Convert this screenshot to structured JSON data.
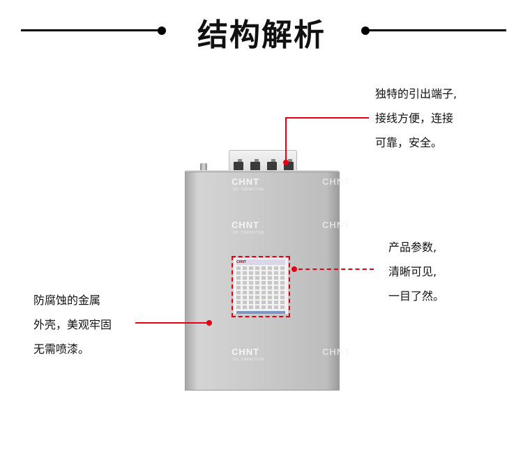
{
  "header": {
    "title": "结构解析"
  },
  "callouts": {
    "terminal": {
      "lines": [
        "独特的引出端子,",
        "接线方便，连接",
        "可靠，安全。"
      ]
    },
    "params": {
      "lines": [
        "产品参数,",
        "清晰可见,",
        "一目了然。"
      ]
    },
    "shell": {
      "lines": [
        "防腐蚀的金属",
        "外壳，美观牢固",
        "无需喷漆。"
      ]
    }
  },
  "product": {
    "brand": "CHNT",
    "brand_sub": "SH. CAPACITOR"
  },
  "colors": {
    "accent": "#e60012",
    "title": "#111111"
  }
}
